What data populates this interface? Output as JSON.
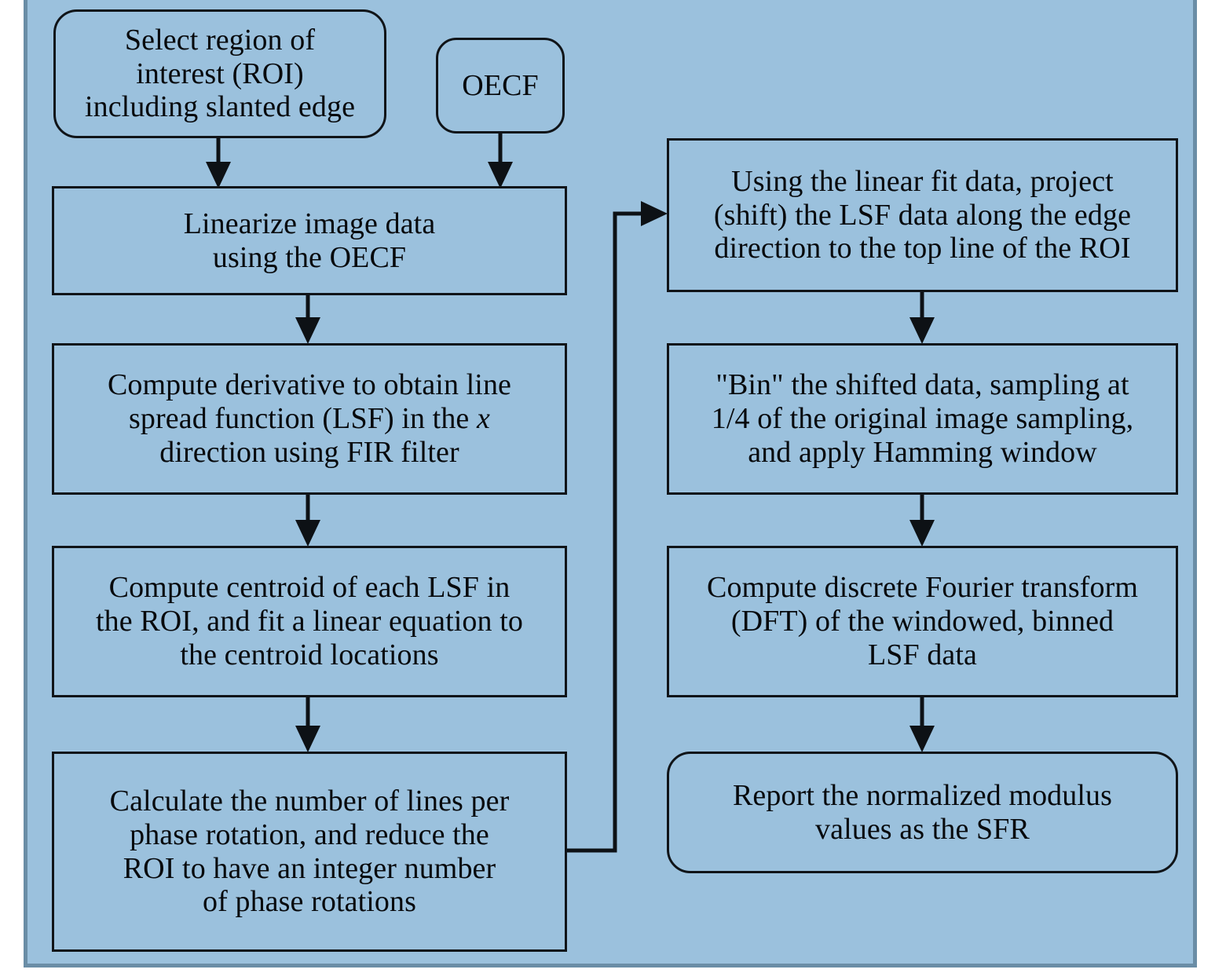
{
  "figure": {
    "type": "flowchart",
    "title_visible": false,
    "background_color": "#9bc1dd",
    "frame_color": "#6a8da6",
    "box_border_color": "#101418",
    "text_color": "#07090c"
  },
  "nodes": {
    "roi": {
      "id": "select-roi",
      "shape": "rounded-rectangle",
      "text": "Select region of\ninterest (ROI)\nincluding slanted edge"
    },
    "oecf": {
      "id": "oecf",
      "shape": "rounded-rectangle",
      "text": "OECF"
    },
    "linearize": {
      "id": "linearize-image-data",
      "shape": "rectangle",
      "text": "Linearize image data\nusing the OECF"
    },
    "derivative": {
      "id": "compute-derivative-lsf",
      "shape": "rectangle",
      "line1": "Compute derivative to obtain line",
      "line2_pre": "spread function (LSF) in the ",
      "line2_italic": "x",
      "line3": "direction using FIR filter"
    },
    "centroid": {
      "id": "compute-centroid-linear-fit",
      "shape": "rectangle",
      "text": "Compute centroid of each LSF in\nthe ROI, and fit a linear equation to\nthe centroid locations"
    },
    "phase": {
      "id": "calculate-lines-per-phase-rotation",
      "shape": "rectangle",
      "text": "Calculate the number of lines per\nphase rotation, and reduce the\nROI to have an integer number\nof phase rotations"
    },
    "project": {
      "id": "project-shift-lsf",
      "shape": "rectangle",
      "text": "Using the linear fit data, project\n(shift) the LSF data along the edge\ndirection to the top line of the ROI"
    },
    "bin": {
      "id": "bin-shifted-data-hamming",
      "shape": "rectangle",
      "text": "\"Bin\" the shifted data, sampling at\n1/4 of the original image sampling,\nand apply Hamming window"
    },
    "dft": {
      "id": "compute-dft",
      "shape": "rectangle",
      "text": "Compute discrete Fourier transform\n(DFT) of the windowed, binned\nLSF data"
    },
    "report": {
      "id": "report-sfr",
      "shape": "rounded-rectangle",
      "text": "Report the normalized modulus\nvalues as the SFR"
    }
  },
  "edges": [
    {
      "name": "roi-to-linearize",
      "from": "roi",
      "to": "linearize",
      "style": "straight-down-arrow"
    },
    {
      "name": "oecf-to-linearize",
      "from": "oecf",
      "to": "linearize",
      "style": "straight-down-arrow"
    },
    {
      "name": "linearize-to-derivative",
      "from": "linearize",
      "to": "derivative",
      "style": "straight-down-arrow"
    },
    {
      "name": "derivative-to-centroid",
      "from": "derivative",
      "to": "centroid",
      "style": "straight-down-arrow"
    },
    {
      "name": "centroid-to-phase",
      "from": "centroid",
      "to": "phase",
      "style": "straight-down-arrow"
    },
    {
      "name": "phase-to-project",
      "from": "phase",
      "to": "project",
      "style": "orthogonal-right-up-right-arrow"
    },
    {
      "name": "project-to-bin",
      "from": "project",
      "to": "bin",
      "style": "straight-down-arrow"
    },
    {
      "name": "bin-to-dft",
      "from": "bin",
      "to": "dft",
      "style": "straight-down-arrow"
    },
    {
      "name": "dft-to-report",
      "from": "dft",
      "to": "report",
      "style": "straight-down-arrow"
    }
  ]
}
